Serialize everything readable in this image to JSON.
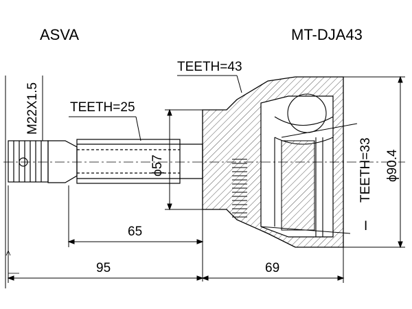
{
  "header": {
    "brand": "ASVA",
    "part_number": "MT-DJA43"
  },
  "labels": {
    "thread": "M22X1.5",
    "shaft_teeth": "TEETH=25",
    "outer_teeth": "TEETH=43",
    "inner_teeth": "TEETH=33",
    "seal_diameter": "ϕ57",
    "outer_diameter": "ϕ90.4",
    "shaft_length": "65",
    "total_shaft": "95",
    "body_length": "69",
    "abs_marker": "I"
  },
  "colors": {
    "line": "#000000",
    "hatch": "#555555",
    "dim": "#222222"
  }
}
